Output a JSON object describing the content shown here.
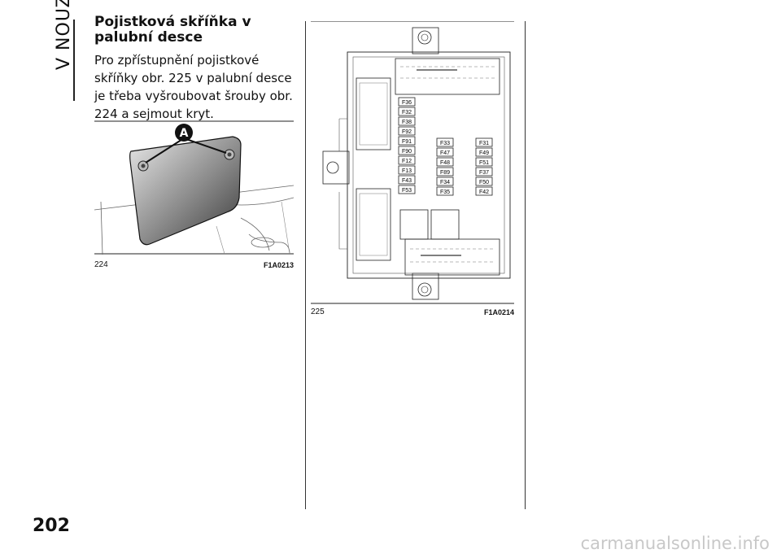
{
  "section_tab": "V NOUZI",
  "heading": "Pojistková skříňka v palubní desce",
  "body": "Pro zpřístupnění pojistkové skříňky obr. 225 v palubní desce je třeba vyšroubovat šrouby obr. 224 a sejmout kryt.",
  "figure_224": {
    "number": "224",
    "code": "F1A0213",
    "callout": "A"
  },
  "figure_225": {
    "number": "225",
    "code": "F1A0214",
    "fuse_columns": [
      [
        "F36",
        "F32",
        "F38",
        "F92",
        "F91",
        "F90",
        "F12",
        "F13",
        "F43",
        "F53"
      ],
      [
        "F33",
        "F47",
        "F48",
        "F89",
        "F34",
        "F35"
      ],
      [
        "F31",
        "F49",
        "F51",
        "F37",
        "F50",
        "F42"
      ]
    ]
  },
  "page_number": "202",
  "watermark": "carmanualsonline.info"
}
